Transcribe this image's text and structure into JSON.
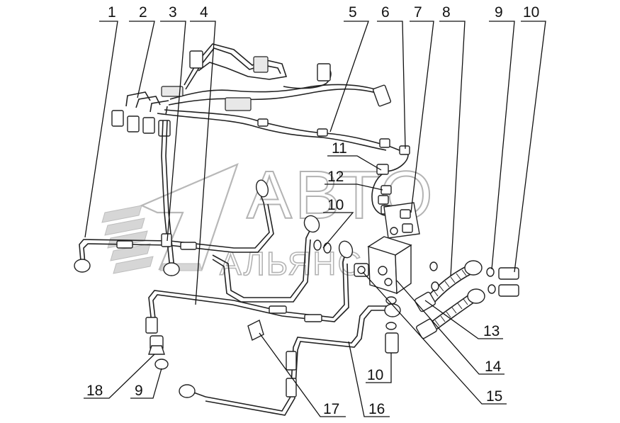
{
  "callouts": [
    {
      "id": "1",
      "text": "1"
    },
    {
      "id": "2",
      "text": "2"
    },
    {
      "id": "3",
      "text": "3"
    },
    {
      "id": "4",
      "text": "4"
    },
    {
      "id": "5",
      "text": "5"
    },
    {
      "id": "6",
      "text": "6"
    },
    {
      "id": "7",
      "text": "7"
    },
    {
      "id": "8",
      "text": "8"
    },
    {
      "id": "9a",
      "text": "9"
    },
    {
      "id": "10a",
      "text": "10"
    },
    {
      "id": "11",
      "text": "11"
    },
    {
      "id": "12",
      "text": "12"
    },
    {
      "id": "10b",
      "text": "10"
    },
    {
      "id": "13",
      "text": "13"
    },
    {
      "id": "14",
      "text": "14"
    },
    {
      "id": "15",
      "text": "15"
    },
    {
      "id": "10c",
      "text": "10"
    },
    {
      "id": "16",
      "text": "16"
    },
    {
      "id": "17",
      "text": "17"
    },
    {
      "id": "18",
      "text": "18"
    },
    {
      "id": "9b",
      "text": "9"
    }
  ],
  "watermark": {
    "line1": "АВТО",
    "line2": "АЛЬЯНС",
    "color": "#b3b3b3"
  },
  "colors": {
    "ink": "#222222",
    "background": "#ffffff"
  }
}
